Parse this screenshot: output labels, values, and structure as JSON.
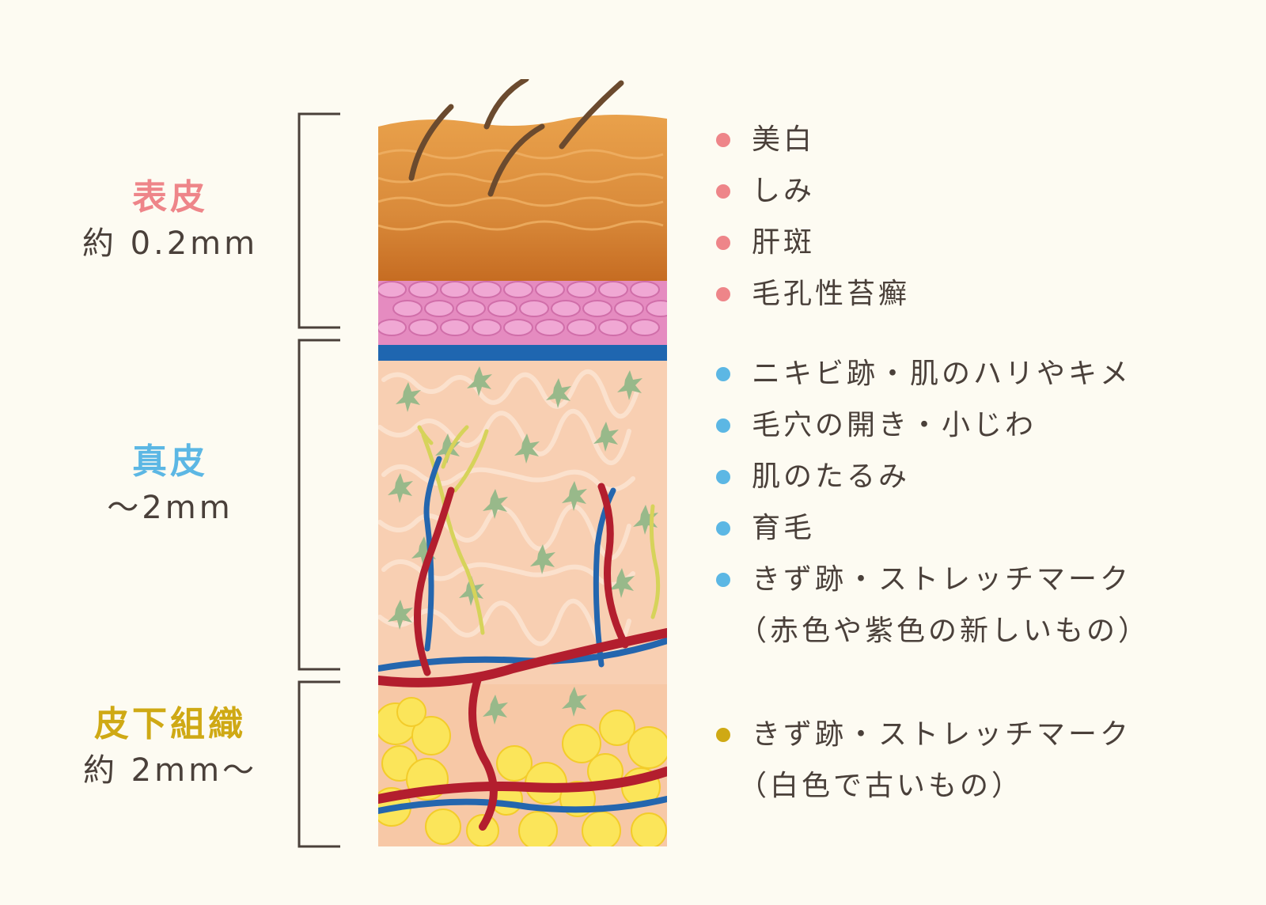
{
  "colors": {
    "epidermis": "#ee8589",
    "dermis": "#5cb7e4",
    "subcutis": "#cfa914",
    "text": "#4a403a"
  },
  "layers": [
    {
      "name": "表皮",
      "depth": "約 0.2mm"
    },
    {
      "name": "真皮",
      "depth": "〜2mm"
    },
    {
      "name": "皮下組織",
      "depth": "約 2mm〜"
    }
  ],
  "epidermis_items": [
    "美白",
    "しみ",
    "肝斑",
    "毛孔性苔癬"
  ],
  "dermis_items": [
    "ニキビ跡・肌のハリやキメ",
    "毛穴の開き・小じわ",
    "肌のたるみ",
    "育毛",
    "きず跡・ストレッチマーク"
  ],
  "dermis_note": "（赤色や紫色の新しいもの）",
  "subcutis_items": [
    "きず跡・ストレッチマーク"
  ],
  "subcutis_note": "（白色で古いもの）"
}
